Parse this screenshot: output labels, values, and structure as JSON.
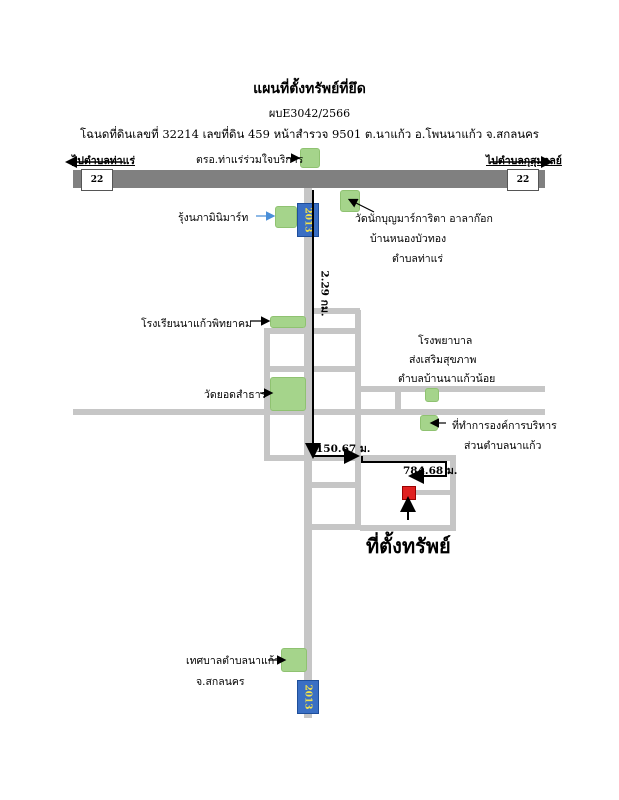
{
  "header": {
    "title": "แผนที่ตั้งทรัพย์ที่ยึด",
    "case_no": "ผบE3042/2566",
    "deed_line": "โฉนดที่ดินเลขที่ 32214 เลขที่ดิน 459 หน้าสำรวจ 9501 ต.นาแก้ว อ.โพนนาแก้ว จ.สกลนคร"
  },
  "highway": {
    "left_label": "ไปตำบลท่าแร่",
    "right_label": "ไปตำบลกุสุมาลย์",
    "route_left": "22",
    "route_right": "22"
  },
  "shields": {
    "top": "2013",
    "bottom": "2013"
  },
  "places": {
    "police": "ตรอ.ท่าแร่ร่วมใจบริการ",
    "minimart": "รุ้งนภามินิมาร์ท",
    "temple_north_1": "วัดนักบุญมาร์การิตา อาลาก๊อก",
    "temple_north_2": "บ้านหนองบัวทอง",
    "temple_north_3": "ตำบลท่าแร่",
    "school": "โรงเรียนนาแก้วพิทยาคม",
    "temple": "วัดยอดสำธาร",
    "hospital_1": "โรงพยาบาล",
    "hospital_2": "ส่งเสริมสุขภาพ",
    "hospital_3": "ตำบลบ้านนาแก้วน้อย",
    "sao_1": "ที่ทำการองค์การบริหาร",
    "sao_2": "ส่วนตำบลนาแก้ว",
    "municipality_1": "เทศบาลตำบลนาแก้ว",
    "municipality_2": "จ.สกลนคร",
    "property": "ที่ตั้งทรัพย์"
  },
  "distances": {
    "d1": "2.29 กม.",
    "d2": "150.67 ม.",
    "d3": "784.68 ม."
  },
  "colors": {
    "road": "#c6c6c6",
    "highway": "#808080",
    "marker": "#a5d48b",
    "shield": "#3a6fc4",
    "property": "#e02020"
  }
}
